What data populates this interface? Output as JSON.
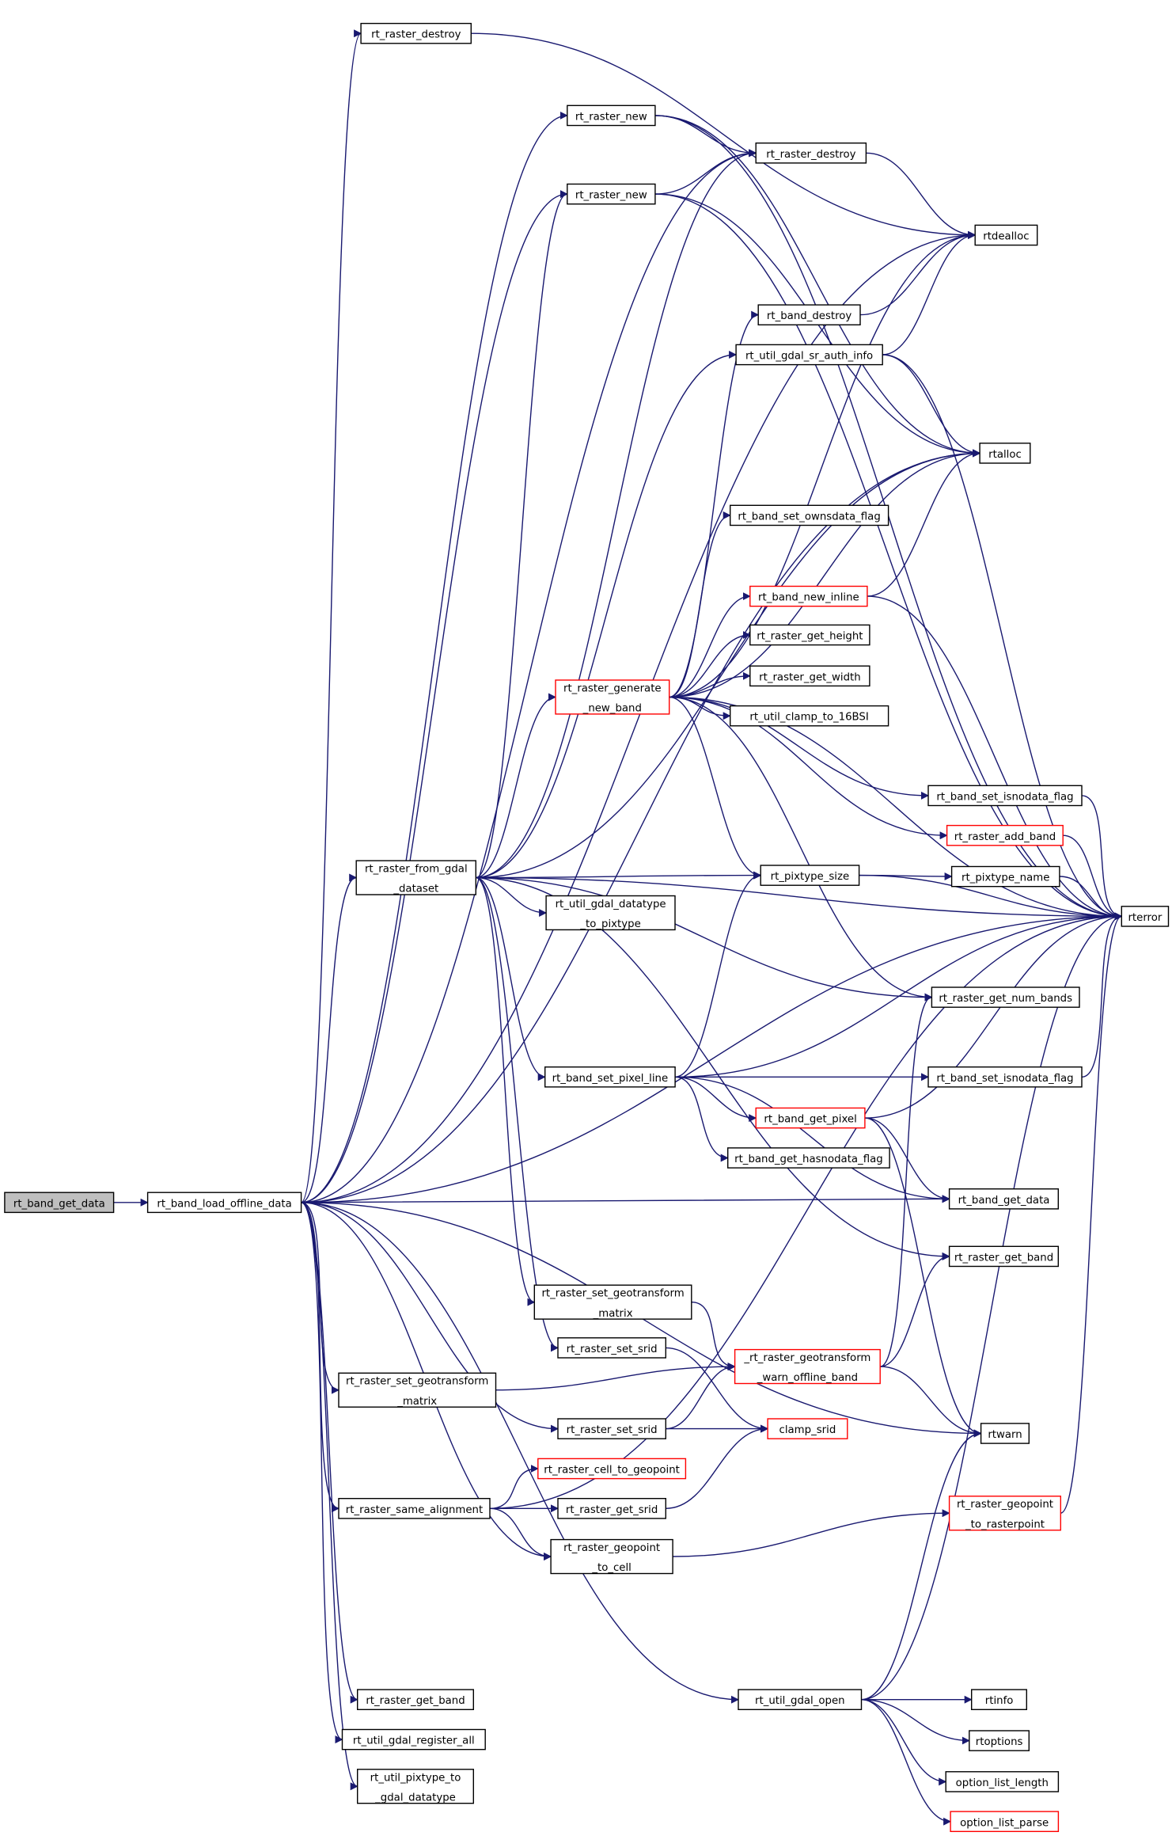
{
  "colors": {
    "edge": "#191970",
    "node_border": "#000000",
    "node_border_incomplete": "#ff0000",
    "current_fill": "#bfbfbf"
  },
  "nodes": [
    {
      "id": "cur",
      "lines": [
        "rt_band_get_data"
      ],
      "style": "current"
    },
    {
      "id": "lod",
      "lines": [
        "rt_band_load_offline_data"
      ],
      "style": "normal"
    },
    {
      "id": "rdest1",
      "lines": [
        "rt_raster_destroy"
      ],
      "style": "normal"
    },
    {
      "id": "rnew1",
      "lines": [
        "rt_raster_new"
      ],
      "style": "normal"
    },
    {
      "id": "rdest2",
      "lines": [
        "rt_raster_destroy"
      ],
      "style": "normal"
    },
    {
      "id": "rnew2",
      "lines": [
        "rt_raster_new"
      ],
      "style": "normal"
    },
    {
      "id": "rtdealloc",
      "lines": [
        "rtdealloc"
      ],
      "style": "normal"
    },
    {
      "id": "bdestroy",
      "lines": [
        "rt_band_destroy"
      ],
      "style": "normal"
    },
    {
      "id": "srauth",
      "lines": [
        "rt_util_gdal_sr_auth_info"
      ],
      "style": "normal"
    },
    {
      "id": "rtalloc",
      "lines": [
        "rtalloc"
      ],
      "style": "normal"
    },
    {
      "id": "ownsdata",
      "lines": [
        "rt_band_set_ownsdata_flag"
      ],
      "style": "normal"
    },
    {
      "id": "newinline",
      "lines": [
        "rt_band_new_inline"
      ],
      "style": "red"
    },
    {
      "id": "getheight",
      "lines": [
        "rt_raster_get_height"
      ],
      "style": "normal"
    },
    {
      "id": "gennew",
      "lines": [
        "rt_raster_generate",
        "_new_band"
      ],
      "style": "red"
    },
    {
      "id": "getwidth",
      "lines": [
        "rt_raster_get_width"
      ],
      "style": "normal"
    },
    {
      "id": "clamp16",
      "lines": [
        "rt_util_clamp_to_16BSI"
      ],
      "style": "normal"
    },
    {
      "id": "isnodata1",
      "lines": [
        "rt_band_set_isnodata_flag"
      ],
      "style": "normal"
    },
    {
      "id": "addband",
      "lines": [
        "rt_raster_add_band"
      ],
      "style": "red"
    },
    {
      "id": "fromgdal",
      "lines": [
        "rt_raster_from_gdal",
        "_dataset"
      ],
      "style": "normal"
    },
    {
      "id": "pxsize",
      "lines": [
        "rt_pixtype_size"
      ],
      "style": "normal"
    },
    {
      "id": "pxname",
      "lines": [
        "rt_pixtype_name"
      ],
      "style": "normal"
    },
    {
      "id": "rterror",
      "lines": [
        "rterror"
      ],
      "style": "normal"
    },
    {
      "id": "dtype2px",
      "lines": [
        "rt_util_gdal_datatype",
        "_to_pixtype"
      ],
      "style": "normal"
    },
    {
      "id": "numbands",
      "lines": [
        "rt_raster_get_num_bands"
      ],
      "style": "normal"
    },
    {
      "id": "setpixel",
      "lines": [
        "rt_band_set_pixel_line"
      ],
      "style": "normal"
    },
    {
      "id": "isnodata2",
      "lines": [
        "rt_band_set_isnodata_flag"
      ],
      "style": "normal"
    },
    {
      "id": "getpixel",
      "lines": [
        "rt_band_get_pixel"
      ],
      "style": "red"
    },
    {
      "id": "hasnodata",
      "lines": [
        "rt_band_get_hasnodata_flag"
      ],
      "style": "normal"
    },
    {
      "id": "getdata",
      "lines": [
        "rt_band_get_data"
      ],
      "style": "normal"
    },
    {
      "id": "getband1",
      "lines": [
        "rt_raster_get_band"
      ],
      "style": "normal"
    },
    {
      "id": "setgeo1",
      "lines": [
        "rt_raster_set_geotransform",
        "_matrix"
      ],
      "style": "normal"
    },
    {
      "id": "setsrid1",
      "lines": [
        "rt_raster_set_srid"
      ],
      "style": "normal"
    },
    {
      "id": "warnoff",
      "lines": [
        "_rt_raster_geotransform",
        "_warn_offline_band"
      ],
      "style": "red"
    },
    {
      "id": "setgeo2",
      "lines": [
        "rt_raster_set_geotransform",
        "_matrix"
      ],
      "style": "normal"
    },
    {
      "id": "setsrid2",
      "lines": [
        "rt_raster_set_srid"
      ],
      "style": "normal"
    },
    {
      "id": "clampsrid",
      "lines": [
        "clamp_srid"
      ],
      "style": "red"
    },
    {
      "id": "rtwarn",
      "lines": [
        "rtwarn"
      ],
      "style": "normal"
    },
    {
      "id": "cell2geo",
      "lines": [
        "rt_raster_cell_to_geopoint"
      ],
      "style": "red"
    },
    {
      "id": "samealign",
      "lines": [
        "rt_raster_same_alignment"
      ],
      "style": "normal"
    },
    {
      "id": "getsrid",
      "lines": [
        "rt_raster_get_srid"
      ],
      "style": "normal"
    },
    {
      "id": "geo2raster",
      "lines": [
        "rt_raster_geopoint",
        "_to_rasterpoint"
      ],
      "style": "red"
    },
    {
      "id": "geo2cell",
      "lines": [
        "rt_raster_geopoint",
        "_to_cell"
      ],
      "style": "normal"
    },
    {
      "id": "getband2",
      "lines": [
        "rt_raster_get_band"
      ],
      "style": "normal"
    },
    {
      "id": "gdalopen",
      "lines": [
        "rt_util_gdal_open"
      ],
      "style": "normal"
    },
    {
      "id": "rtinfo",
      "lines": [
        "rtinfo"
      ],
      "style": "normal"
    },
    {
      "id": "regall",
      "lines": [
        "rt_util_gdal_register_all"
      ],
      "style": "normal"
    },
    {
      "id": "rtoptions",
      "lines": [
        "rtoptions"
      ],
      "style": "normal"
    },
    {
      "id": "px2gdal",
      "lines": [
        "rt_util_pixtype_to",
        "_gdal_datatype"
      ],
      "style": "normal"
    },
    {
      "id": "optlen",
      "lines": [
        "option_list_length"
      ],
      "style": "normal"
    },
    {
      "id": "optparse",
      "lines": [
        "option_list_parse"
      ],
      "style": "red"
    }
  ]
}
